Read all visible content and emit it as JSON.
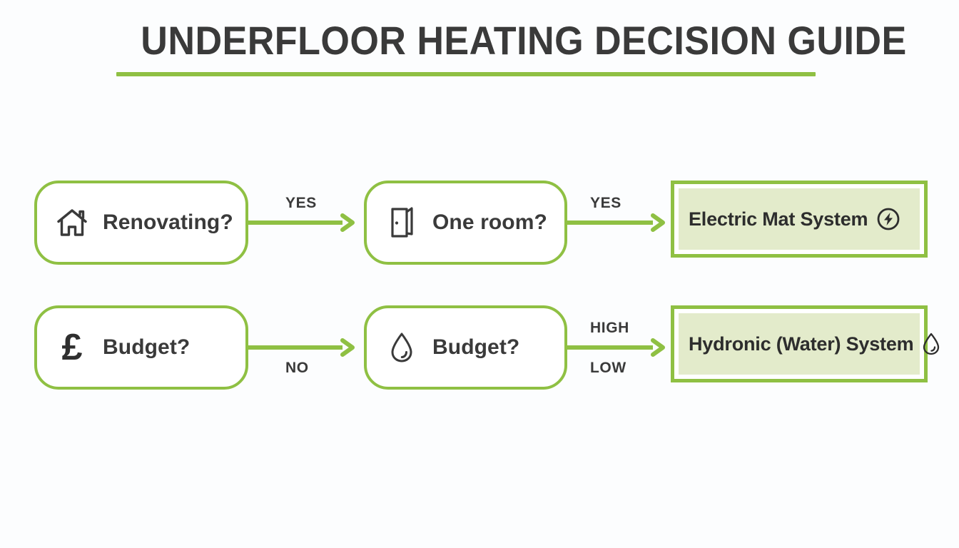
{
  "page": {
    "title": "UNDERFLOOR HEATING DECISION GUIDE",
    "background_color": "#fcfdfe",
    "accent_color": "#8fc043",
    "result_fill_color": "#e3ebcb",
    "text_color": "#3a3a3a"
  },
  "flow": {
    "rows": [
      {
        "id": "renovating-path",
        "start": {
          "label": "Renovating?",
          "icon": "house-icon"
        },
        "middle": {
          "label": "One room?",
          "icon": "door-icon"
        },
        "result": {
          "label": "Electric Mat System",
          "icon": "lightning-bolt-circle-icon"
        },
        "edge_1": {
          "above": "YES",
          "below": ""
        },
        "edge_2": {
          "above": "YES",
          "below": ""
        }
      },
      {
        "id": "budget-path",
        "start": {
          "label": "Budget?",
          "icon": "pound-sterling-icon"
        },
        "middle": {
          "label": "Budget?",
          "icon": "water-droplet-icon"
        },
        "result": {
          "label": "Hydronic (Water) System",
          "icon": "water-droplet-icon"
        },
        "edge_1": {
          "above": "",
          "below": "NO"
        },
        "edge_2": {
          "above": "HIGH",
          "below": "LOW"
        }
      }
    ]
  }
}
